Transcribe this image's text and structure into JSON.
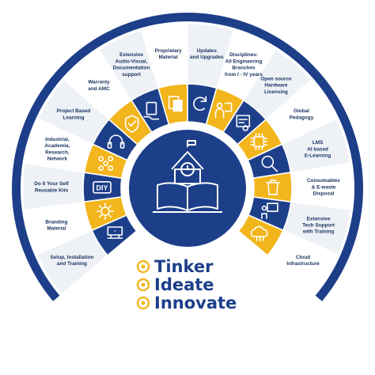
{
  "colors": {
    "navy": "#1d3f8a",
    "accent": "#f2b51c",
    "light_segment": "#eef1f6",
    "white_segment": "#ffffff",
    "label_text": "#17325f"
  },
  "center": {
    "icon": "school-book-icon"
  },
  "segments": [
    {
      "lines": [
        "Setup, Installation",
        "and  Training"
      ],
      "icon": "network-devices-icon"
    },
    {
      "lines": [
        "Branding",
        "Material"
      ],
      "icon": "sun-gear-icon"
    },
    {
      "lines": [
        "Do It Your Self",
        "Reusable Kits"
      ],
      "icon": "diy-icon",
      "icon_text": "DIY"
    },
    {
      "lines": [
        "Industrial,",
        "Academia,",
        "Research,",
        "Network"
      ],
      "icon": "network-people-icon"
    },
    {
      "lines": [
        "Project Based",
        "Learning"
      ],
      "icon": "headset-icon"
    },
    {
      "lines": [
        "Warranty",
        "and AMC"
      ],
      "icon": "shield-check-icon"
    },
    {
      "lines": [
        "Extensive",
        "Audio-Visual,",
        "Documentation",
        "support"
      ],
      "icon": "hand-document-icon"
    },
    {
      "lines": [
        "Proprietary",
        "Material"
      ],
      "icon": "file-copy-icon"
    },
    {
      "lines": [
        "Updates",
        "and Upgrades"
      ],
      "icon": "refresh-icon"
    },
    {
      "lines": [
        "Disciplines:",
        "All Engineering",
        "Branches",
        "from I - IV years"
      ],
      "icon": "presenter-icon"
    },
    {
      "lines": [
        "Open source",
        "Hardware",
        "Licensing"
      ],
      "icon": "certificate-icon"
    },
    {
      "lines": [
        "Global",
        "Pedagogy"
      ],
      "icon": "chip-icon"
    },
    {
      "lines": [
        "LMS",
        "AI based",
        "E-Learning"
      ],
      "icon": "brain-search-icon"
    },
    {
      "lines": [
        "Consumables",
        "& E-waste",
        "Disposal"
      ],
      "icon": "trash-icon"
    },
    {
      "lines": [
        "Extensive",
        "Tech Support",
        "with Training"
      ],
      "icon": "teacher-board-icon"
    },
    {
      "lines": [
        "Cloud",
        "Infrastructure"
      ],
      "icon": "cloud-icon"
    }
  ],
  "brand": {
    "words": [
      {
        "text": "Tinker",
        "icon": "idea-people-icon"
      },
      {
        "text": "Ideate",
        "icon": "lightbulb-head-icon"
      },
      {
        "text": "Innovate",
        "icon": "gear-idea-icon"
      }
    ]
  }
}
